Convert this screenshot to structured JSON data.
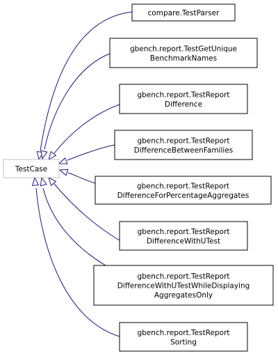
{
  "base_class": {
    "label": "TestCase"
  },
  "derived_classes": [
    {
      "lines": [
        "compare.TestParser"
      ]
    },
    {
      "lines": [
        "gbench.report.TestGetUnique",
        "BenchmarkNames"
      ]
    },
    {
      "lines": [
        "gbench.report.TestReport",
        "Difference"
      ]
    },
    {
      "lines": [
        "gbench.report.TestReport",
        "DifferenceBetweenFamilies"
      ]
    },
    {
      "lines": [
        "gbench.report.TestReport",
        "DifferenceForPercentageAggregates"
      ]
    },
    {
      "lines": [
        "gbench.report.TestReport",
        "DifferenceWithUTest"
      ]
    },
    {
      "lines": [
        "gbench.report.TestReport",
        "DifferenceWithUTestWhileDisplaying",
        "AggregatesOnly"
      ]
    },
    {
      "lines": [
        "gbench.report.TestReport",
        "Sorting"
      ]
    }
  ],
  "colors": {
    "edge": "#191970",
    "base_border": "#bfbfbf",
    "node_border": "#000000"
  }
}
